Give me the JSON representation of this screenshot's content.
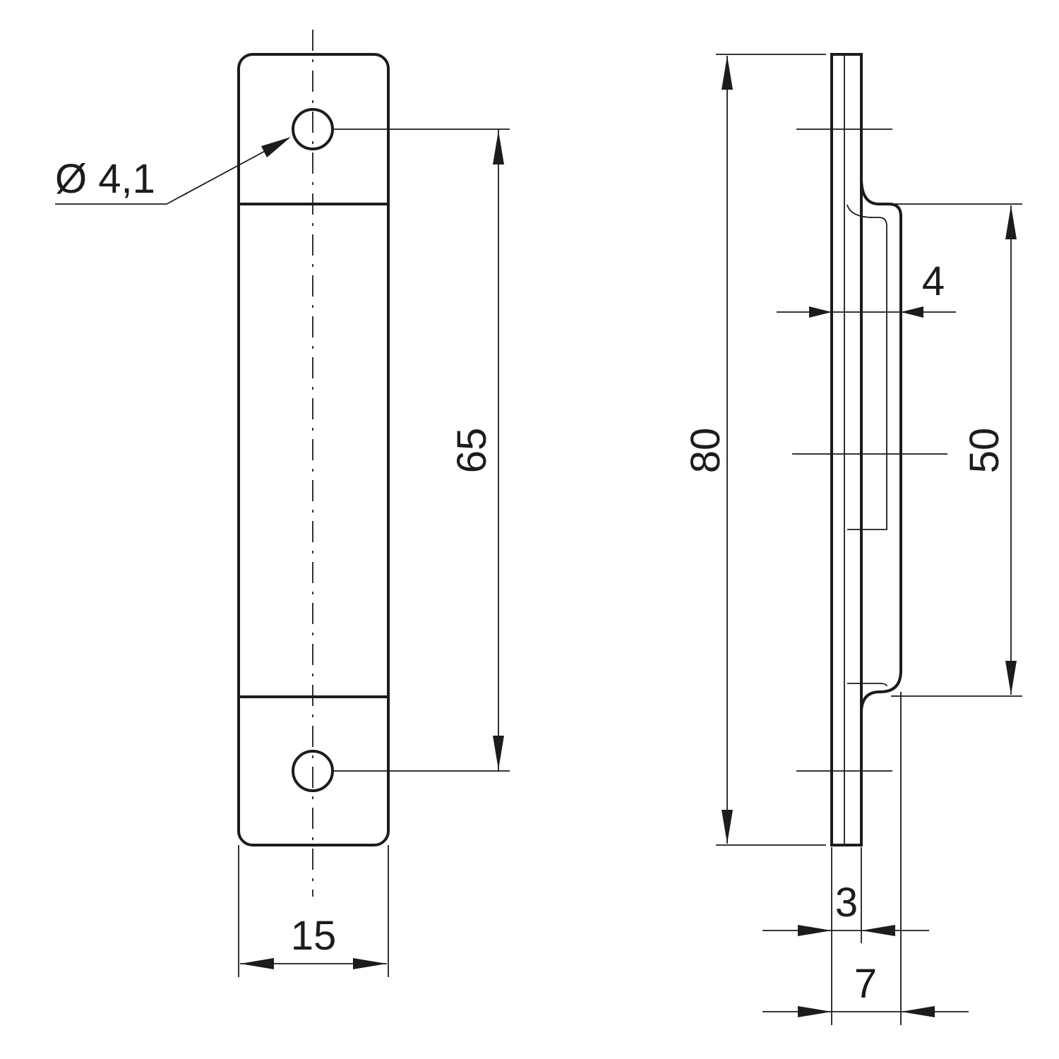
{
  "diagram": {
    "front_view": {
      "hole_diameter": "Ø 4,1",
      "hole_spacing": "65",
      "width": "15"
    },
    "side_view": {
      "total_length": "80",
      "recess_length": "50",
      "offset_depth": "4",
      "plate_thickness": "3",
      "overall_depth": "7"
    },
    "colors": {
      "line": "#1c1c1c",
      "background": "#ffffff"
    }
  }
}
